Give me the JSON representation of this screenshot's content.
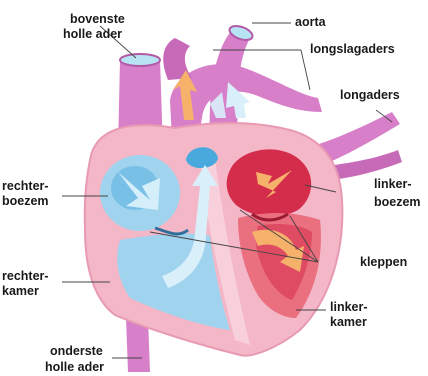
{
  "colors": {
    "vessel": "#d77fc8",
    "vessel_dark": "#b25aa6",
    "wall": "#f3b7c8",
    "wall_light": "#f8d0dc",
    "right_side": "#9fd3ee",
    "right_side_dark": "#49a9dc",
    "left_side": "#ea6f7f",
    "left_side_dark": "#d42d4b",
    "arrow_blue": "#d9f0fb",
    "arrow_orange": "#f6b26b",
    "lumen": "#b8e3f3"
  },
  "labels": {
    "bovenste_holle_ader_1": "bovenste",
    "bovenste_holle_ader_2": "holle ader",
    "aorta": "aorta",
    "longslagaders": "longslagaders",
    "longaders": "longaders",
    "rechterboezem_1": "rechter-",
    "rechterboezem_2": "boezem",
    "linkerboezem_1": "linker-",
    "linkerboezem_2": "boezem",
    "kleppen": "kleppen",
    "rechterkamer_1": "rechter-",
    "rechterkamer_2": "kamer",
    "linkerkamer_1": "linker-",
    "linkerkamer_2": "kamer",
    "onderste_holle_ader_1": "onderste",
    "onderste_holle_ader_2": "holle ader"
  }
}
